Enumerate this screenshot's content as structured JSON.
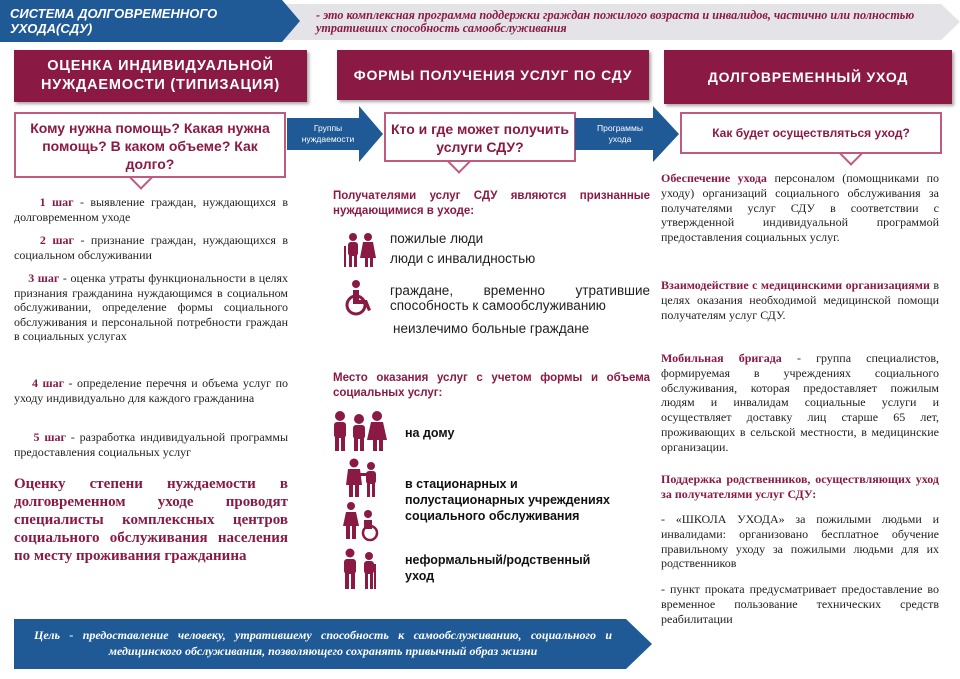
{
  "banner": {
    "title": "СИСТЕМА ДОЛГОВРЕМЕННОГО УХОДА(СДУ)",
    "definition": "- это комплексная программа поддержки граждан пожилого возраста и инвалидов, частично или полностью утративших способность самообслуживания"
  },
  "sections": {
    "assessment": "ОЦЕНКА ИНДИВИДУАЛЬНОЙ НУЖДАЕМОСТИ (ТИПИЗАЦИЯ)",
    "forms": "ФОРМЫ ПОЛУЧЕНИЯ УСЛУГ ПО СДУ",
    "long_term": "ДОЛГОВРЕМЕННЫЙ УХОД"
  },
  "bubbles": {
    "who": "Кому нужна помощь? Какая нужна помощь? В каком объеме? Как долго?",
    "where": "Кто и где может получить услуги СДУ?",
    "how": "Как будет осуществляться уход?"
  },
  "arrows": {
    "groups": "Группы нуждаемости",
    "programs": "Программы ухода"
  },
  "steps": [
    {
      "label": "1 шаг",
      "text": "- выявление граждан, нуждающихся в долговременном уходе"
    },
    {
      "label": "2 шаг",
      "text": "-   признание граждан, нуждающихся в социальном обслуживании"
    },
    {
      "label": "3 шаг",
      "text": "- оценка утраты функциональности в целях признания гражданина нуждающимся в социальном обслуживании, определение формы социального обслуживания и персональной потребности граждан в социальных услугах"
    },
    {
      "label": "4 шаг",
      "text": "- определение перечня и объема услуг по уходу индивидуально для каждого гражданина"
    },
    {
      "label": "5 шаг",
      "text": "- разработка индивидуальной программы предоставления социальных услуг"
    }
  ],
  "assessment_note": "Оценку степени нуждаемости в долговременном уходе проводят специалисты комплексных центров социального обслуживания населения по месту проживания гражданина",
  "recipients": {
    "heading": "Получателями услуг СДУ являются признанные нуждающимися в уходе:",
    "items": [
      "пожилые люди",
      "люди с инвалидностью",
      "граждане, временно утратившие способность к самообслуживанию",
      "неизлечимо больные граждане"
    ]
  },
  "places": {
    "heading": "Место оказания услуг с учетом формы и объема социальных услуг:",
    "items": [
      "на дому",
      "в стационарных и полустационарных учреждениях социального обслуживания",
      "неформальный/родственный уход"
    ]
  },
  "care": {
    "label": "Обеспечение ухода",
    "text": "персоналом (помощниками по уходу) организаций социального обслуживания за получателями услуг СДУ в соответствии с утвержденной индивидуальной программой предоставления социальных услуг."
  },
  "interaction": {
    "label": "Взаимодействие с медицинскими организациями",
    "text": "в целях оказания необходимой медицинской помощи получателям услуг СДУ."
  },
  "mobile": {
    "label": "Мобильная бригада -",
    "text": "группа специалистов, формируемая в учреждениях социального обслуживания, которая предоставляет пожилым людям и инвалидам социальные услуги и осуществляет доставку лиц старше 65 лет, проживающих в сельской местности, в медицинские организации."
  },
  "support": {
    "heading": "Поддержка родственников, осуществляющих уход за получателями услуг СДУ:",
    "school": "- «ШКОЛА УХОДА» за пожилыми людьми и инвалидами: организовано бесплатное обучение правильному уходу за пожилыми людьми для их родственников",
    "rental": "- пункт проката предусматривает предоставление во временное пользование технических средств реабилитации"
  },
  "goal": "Цель - предоставление человеку, утратившему способность к самообслуживанию, социального и медицинского обслуживания, позволяющего сохранять привычный образ жизни",
  "colors": {
    "accent": "#8a1a44",
    "blue": "#1f5a96",
    "banner_gray": "#e3e3e8",
    "bubble_border": "#c05a7e"
  },
  "icons": [
    "elderly-couple-icon",
    "wheelchair-icon",
    "home-care-family-icon",
    "caregiver-icon",
    "stationary-care-icon",
    "relatives-care-icon"
  ]
}
